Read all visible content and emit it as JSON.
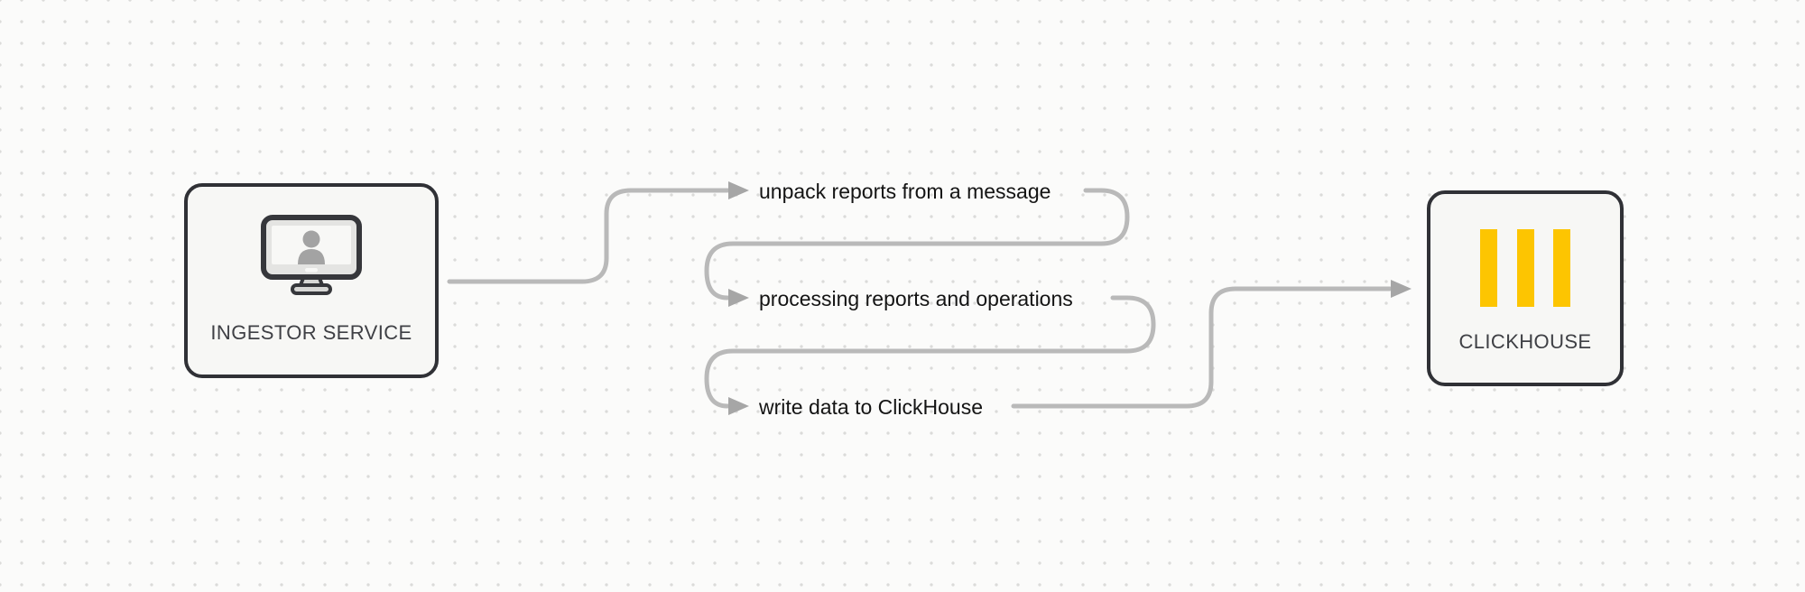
{
  "diagram_title": "Ingestor service to ClickHouse data flow",
  "colors": {
    "background": "#fbfbfa",
    "dot": "#dbdbd9",
    "node_fill": "#f7f7f5",
    "node_border": "#303136",
    "node_label": "#3f4045",
    "connector": "#b9b9b9",
    "arrowhead": "#a6a6a6",
    "step_text": "#141414",
    "clickhouse_yellow": "#fdc501"
  },
  "nodes": {
    "ingestor": {
      "label": "INGESTOR SERVICE",
      "icon": "workstation-user-icon"
    },
    "clickhouse": {
      "label": "CLICKHOUSE",
      "icon": "clickhouse-logo-icon"
    }
  },
  "steps": [
    {
      "label": "unpack reports from a message"
    },
    {
      "label": "processing reports and operations"
    },
    {
      "label": "write data to ClickHouse"
    }
  ],
  "flow": {
    "from": "INGESTOR SERVICE",
    "to": "CLICKHOUSE",
    "order": [
      "unpack reports from a message",
      "processing reports and operations",
      "write data to ClickHouse"
    ]
  }
}
